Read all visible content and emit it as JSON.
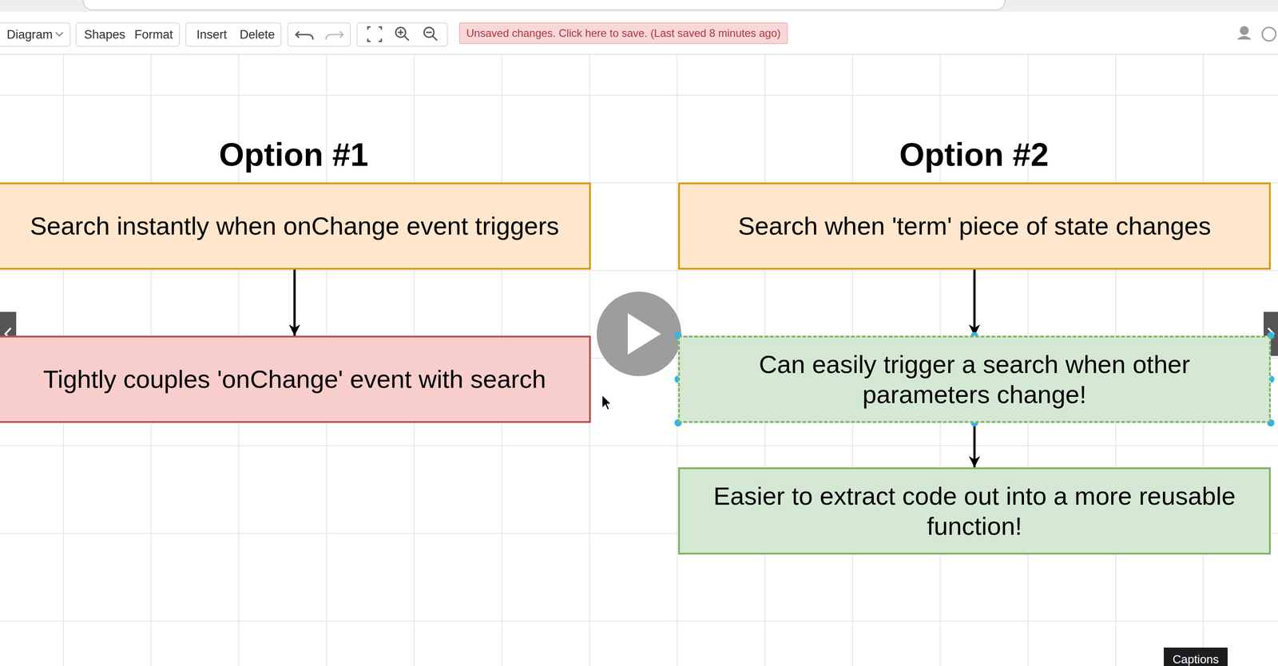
{
  "diagram": {
    "nodes": [
      {
        "text": [
          "Search instantly when onChange event triggers"
        ]
      },
      {
        "text": [
          "Tightly couples 'onChange' event with search"
        ]
      },
      {
        "text": [
          "Search when 'term' piece of state changes"
        ]
      },
      {
        "text": [
          "Can easily trigger a search when other parameters change!"
        ]
      },
      {
        "text": [
          "Easier to extract code out into a more reusable function!"
        ]
      }
    ],
    "edges": [
      {
        "from": 0,
        "to": 1,
        "arrow": "to"
      },
      {
        "from": 2,
        "to": 3,
        "arrow": "to"
      },
      {
        "from": 3,
        "to": 4,
        "arrow": "to"
      }
    ],
    "labels": [
      "Option #1",
      "Option #2",
      "Diagram",
      "Shapes",
      "Format",
      "Insert",
      "Delete",
      "Unsaved changes. Click here to save. (Last saved 8 minutes ago)",
      "Captions"
    ]
  }
}
